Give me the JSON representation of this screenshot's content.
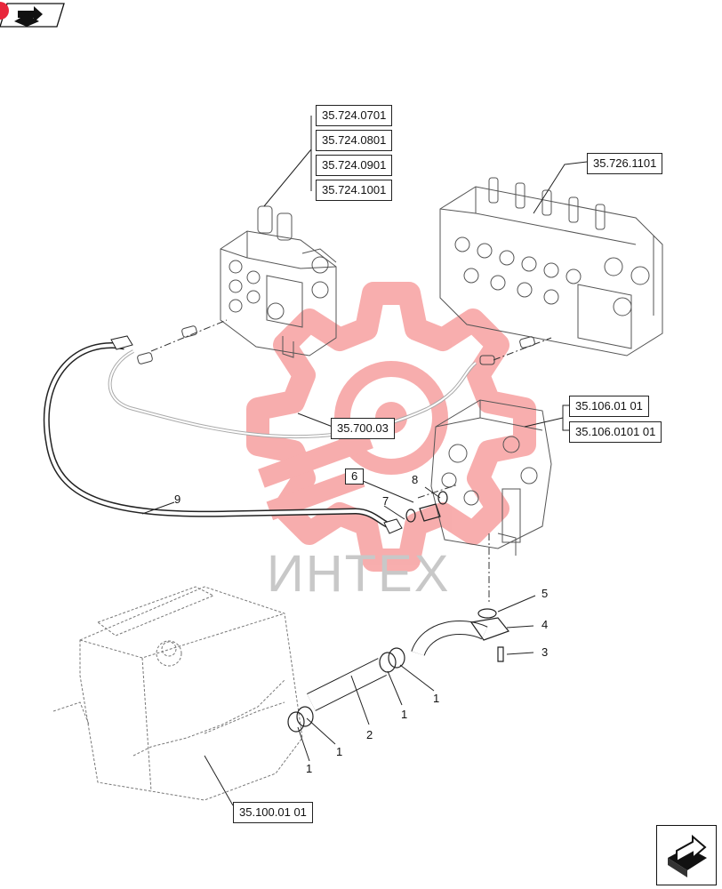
{
  "references": {
    "valve_top_1": "35.724.0701",
    "valve_top_2": "35.724.0801",
    "valve_top_3": "35.724.0901",
    "valve_top_4": "35.724.1001",
    "valve_right": "35.726.1101",
    "hose_route": "35.700.03",
    "pump_1": "35.106.01 01",
    "pump_2": "35.106.0101 01",
    "tank": "35.100.01 01"
  },
  "callouts": {
    "c1a": "1",
    "c1b": "1",
    "c1c": "1",
    "c1d": "1",
    "c2": "2",
    "c3": "3",
    "c4": "4",
    "c5": "5",
    "c6": "6",
    "c7": "7",
    "c8": "8",
    "c9": "9"
  },
  "watermark": "ИНТЕХ",
  "colors": {
    "line": "#222222",
    "faint": "#9a9a9a",
    "watermark": "#f26b6b",
    "badge": "#e8263b"
  },
  "icons": {
    "top_nav": "book-arrow-icon",
    "bottom_nav": "next-page-arrow-icon"
  }
}
